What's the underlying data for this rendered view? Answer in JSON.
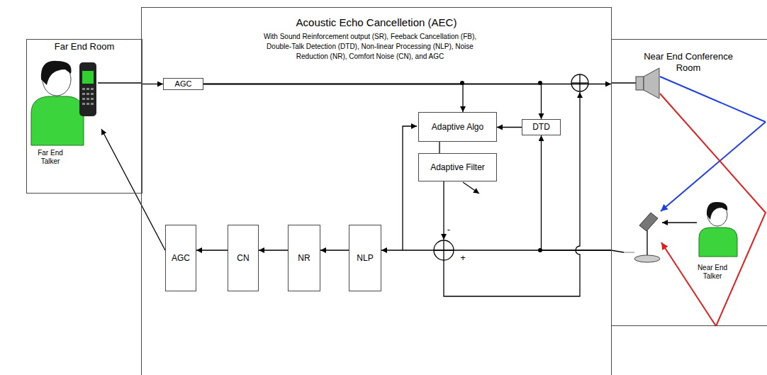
{
  "diagram": {
    "nodes": [
      {
        "text": [
          "Far End Room"
        ]
      },
      {
        "text": [
          "Acoustic Echo Cancelletion (AEC)",
          "With Sound Reinforcement output (SR), Feeback Cancellation (FB), Double-Talk Detection (DTD), Non-linear Processing (NLP), Noise Reduction (NR), Comfort Noise (CN), and AGC"
        ]
      },
      {
        "text": [
          "AGC"
        ],
        "in": 1
      },
      {
        "text": [
          "Adaptive Algo"
        ],
        "in": 1
      },
      {
        "text": [
          "DTD"
        ],
        "in": 1
      },
      {
        "text": [
          "Adaptive Filter"
        ],
        "in": 1
      },
      {
        "text": [
          "AGC"
        ],
        "in": 1
      },
      {
        "text": [
          "CN"
        ],
        "in": 1
      },
      {
        "text": [
          "NR"
        ],
        "in": 1
      },
      {
        "text": [
          "NLP"
        ],
        "in": 1
      },
      {
        "text": [
          "Near End Conference Room"
        ]
      }
    ],
    "edges": [
      {
        "from": 0,
        "to": 2,
        "arrow": "to"
      },
      {
        "from": 2,
        "to": 3,
        "arrow": "to"
      },
      {
        "from": 2,
        "to": 4,
        "arrow": "to"
      },
      {
        "from": 4,
        "to": 3,
        "arrow": "to"
      },
      {
        "from": 3,
        "to": 5,
        "arrow": "none"
      },
      {
        "from": 9,
        "to": 8,
        "arrow": "to"
      },
      {
        "from": 8,
        "to": 7,
        "arrow": "to"
      },
      {
        "from": 7,
        "to": 6,
        "arrow": "to"
      },
      {
        "from": 6,
        "to": 0,
        "arrow": "to"
      },
      {
        "from": 2,
        "to": 10,
        "arrow": "to"
      },
      {
        "from": 10,
        "to": 9,
        "arrow": "to"
      },
      {
        "from": 10,
        "to": 4,
        "arrow": "to"
      }
    ],
    "labels": [
      "Far End Talker",
      "-",
      "+",
      "Near End Talker"
    ]
  }
}
